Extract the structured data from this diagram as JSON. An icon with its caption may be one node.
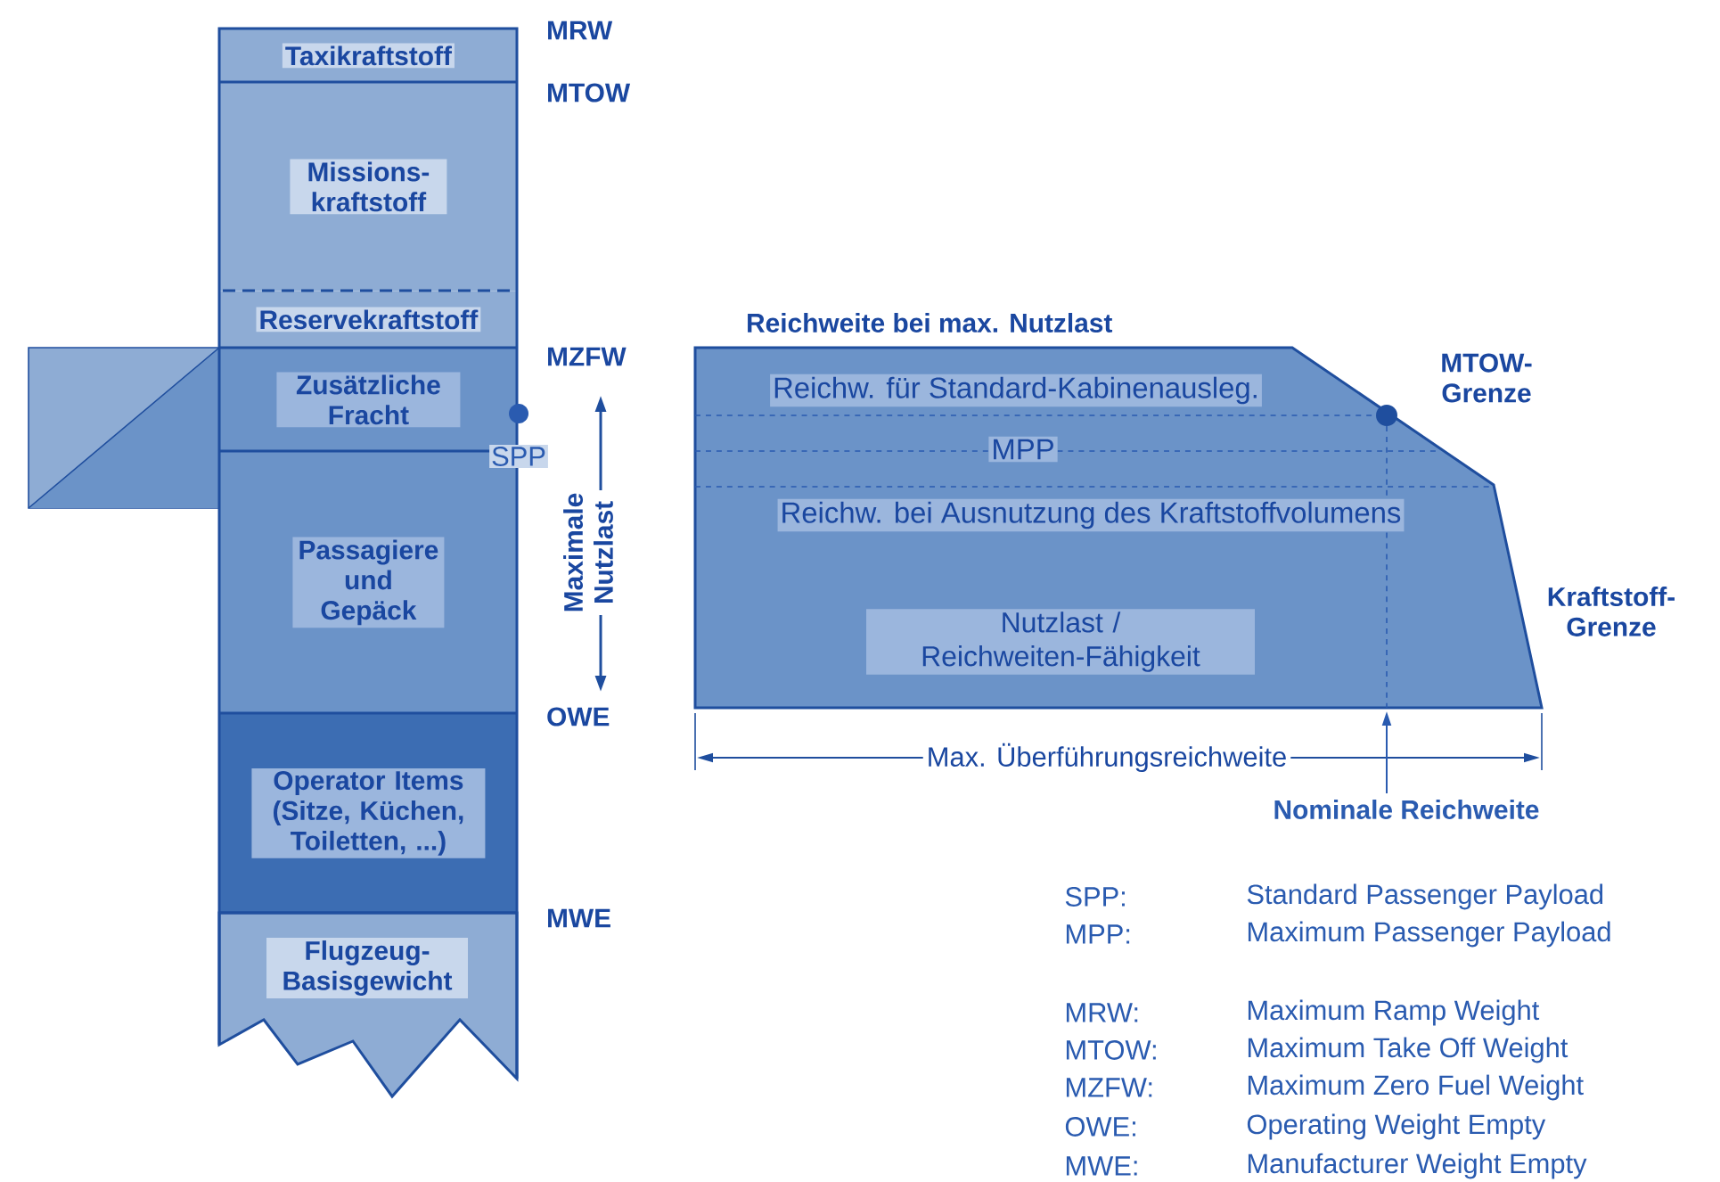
{
  "diagram": {
    "nodes": [
      {
        "text": [
          "Taxikraftstoff"
        ]
      },
      {
        "text": [
          "Missions-kraftstoff"
        ]
      },
      {
        "text": [
          "Reservekraftstoff"
        ]
      },
      {
        "text": [
          "Zusätzliche Fracht"
        ]
      },
      {
        "text": [
          "Passagiere und Gepäck"
        ]
      },
      {
        "text": [
          "Operator Items (Sitze, Küchen, Toiletten, ...)"
        ]
      },
      {
        "text": [
          "Flugzeug-Basisgewicht"
        ]
      },
      {
        "text": [
          "Nutzlast / Reichweiten-Fähigkeit"
        ]
      },
      {
        "text": [
          "Reichw. für Standard-Kabinenausleg."
        ],
        "in": 7
      },
      {
        "text": [
          "MPP"
        ],
        "in": 7
      },
      {
        "text": [
          "Reichw. bei Ausnutzung des Kraftstoffvolumens"
        ],
        "in": 7
      }
    ],
    "labels": [
      "MRW",
      "MTOW",
      "Reichweite bei max. Nutzlast",
      "MZFW",
      "MTOW-Grenze",
      "SPP",
      "Maximale Nutzlast",
      "Kraftstoff-Grenze",
      "OWE",
      "Max. Überführungsreichweite",
      "Nominale Reichweite",
      "MWE",
      "SPP:",
      "Standard Passenger Payload",
      "MPP:",
      "Maximum Passenger Payload",
      "MRW:",
      "Maximum Ramp Weight",
      "MTOW:",
      "Maximum Take Off Weight",
      "MZFW:",
      "Maximum Zero Fuel Weight",
      "OWE:",
      "Operating Weight Empty",
      "MWE:",
      "Manufacturer Weight Empty"
    ]
  }
}
